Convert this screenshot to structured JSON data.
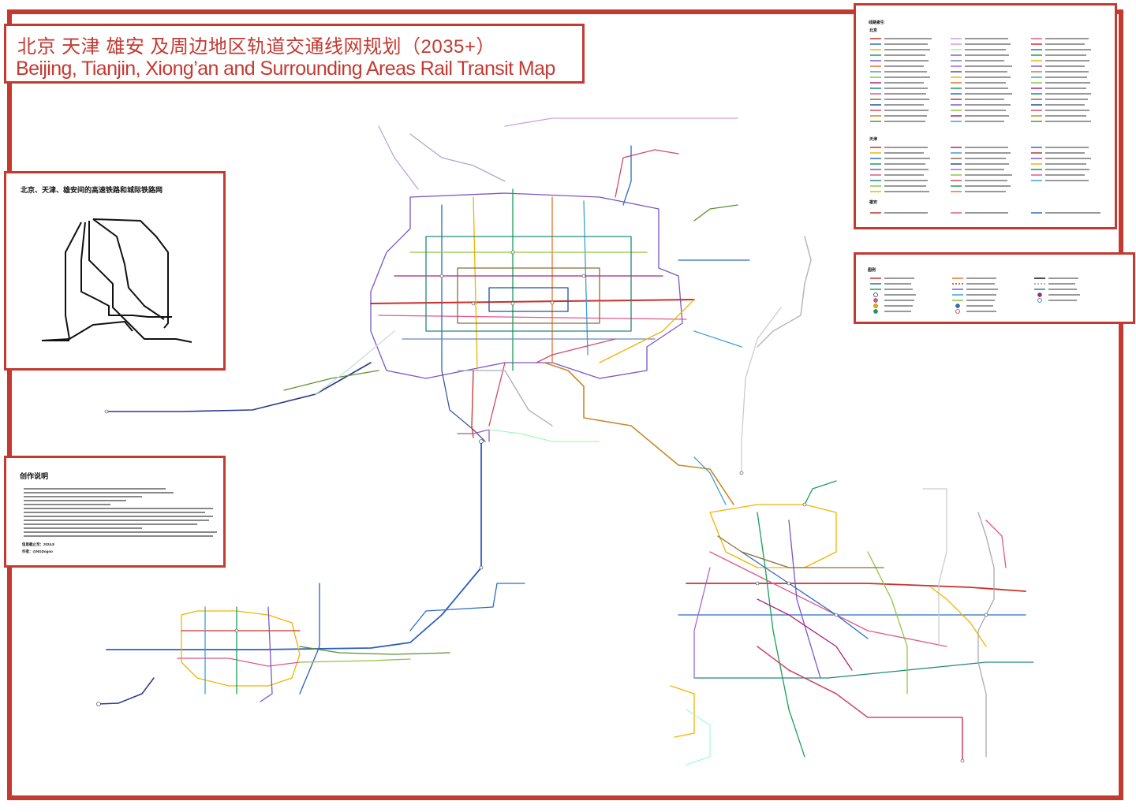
{
  "title": {
    "cn": "北京 天津 雄安 及周边地区轨道交通线网规划（2035+）",
    "en": "Beijing, Tianjin, Xiong’an and Surrounding Areas Rail Transit Map"
  },
  "inset": {
    "title": "北京、天津、雄安间的高速铁路和城际铁路网"
  },
  "notes": {
    "title": "创作说明",
    "date": "信息截止至：2024.8",
    "author_label": "作者：",
    "author": "@NGDogoo"
  },
  "index": {
    "title": "线路索引",
    "sections": [
      "北京",
      "天津",
      "雄安"
    ]
  },
  "legend": {
    "title": "图例"
  },
  "colors": {
    "accent": "#c43a31"
  }
}
